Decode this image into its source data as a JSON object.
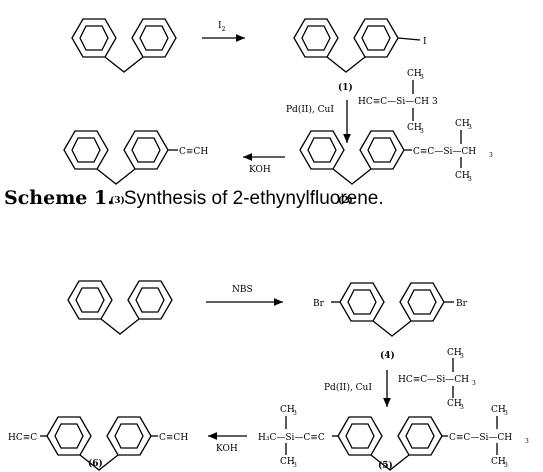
{
  "scheme1": {
    "reagent_iodine": "I",
    "reagent_iodine_sub": "2",
    "iodo_substituent": "I",
    "compound1_label": "(1)",
    "pd_catalyst": "Pd(II), CuI",
    "tms_acetylene": "HC≡C—Si—CH",
    "ch3": "CH",
    "sub3": "3",
    "compound2_label": "(2)",
    "compound2_substituent": "C≡C—Si—CH",
    "base": "KOH",
    "compound3_substituent": "C≡CH",
    "compound3_label": "(3)",
    "caption_bold": "Scheme 1.",
    "caption_text": "Synthesis of 2-ethynylfluorene."
  },
  "scheme2": {
    "reagent_nbs": "NBS",
    "bromo_left": "Br",
    "bromo_right": "Br",
    "compound4_label": "(4)",
    "pd_catalyst": "Pd(II), CuI",
    "tms_acetylene": "HC≡C—Si—CH",
    "ch3": "CH",
    "sub3": "3",
    "compound5_left_substituent": "H₃C—Si—C≡C",
    "compound5_right_substituent": "C≡C—Si—CH",
    "compound5_label": "(5)",
    "base": "KOH",
    "compound6_left_substituent": "HC≡C",
    "compound6_right_substituent": "C≡CH",
    "compound6_label": "(6)"
  }
}
